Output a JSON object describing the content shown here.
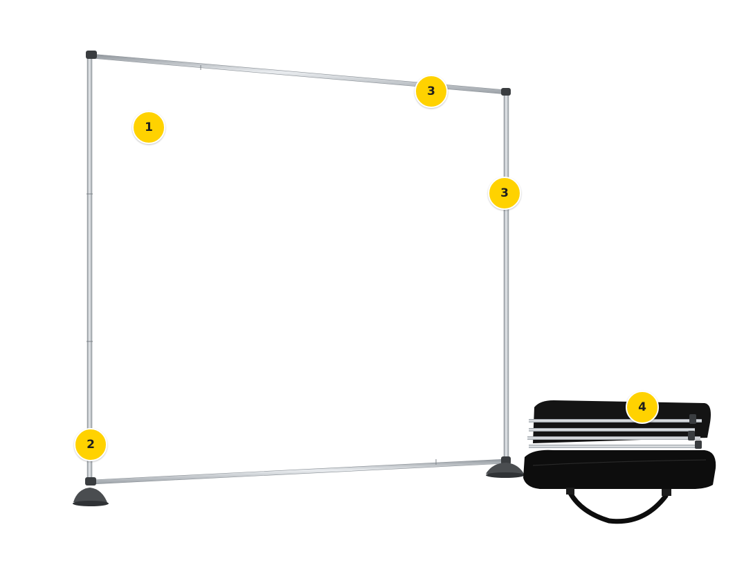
{
  "markers": [
    {
      "label": "1"
    },
    {
      "label": "2"
    },
    {
      "label": "3"
    },
    {
      "label": "3"
    },
    {
      "label": "4"
    }
  ],
  "colors": {
    "marker_fill": "#ffd200",
    "marker_text": "#1e1e1e",
    "pole": "#c9cdd2",
    "pole_shadow": "#9aa0a6",
    "bag": "#111111"
  }
}
